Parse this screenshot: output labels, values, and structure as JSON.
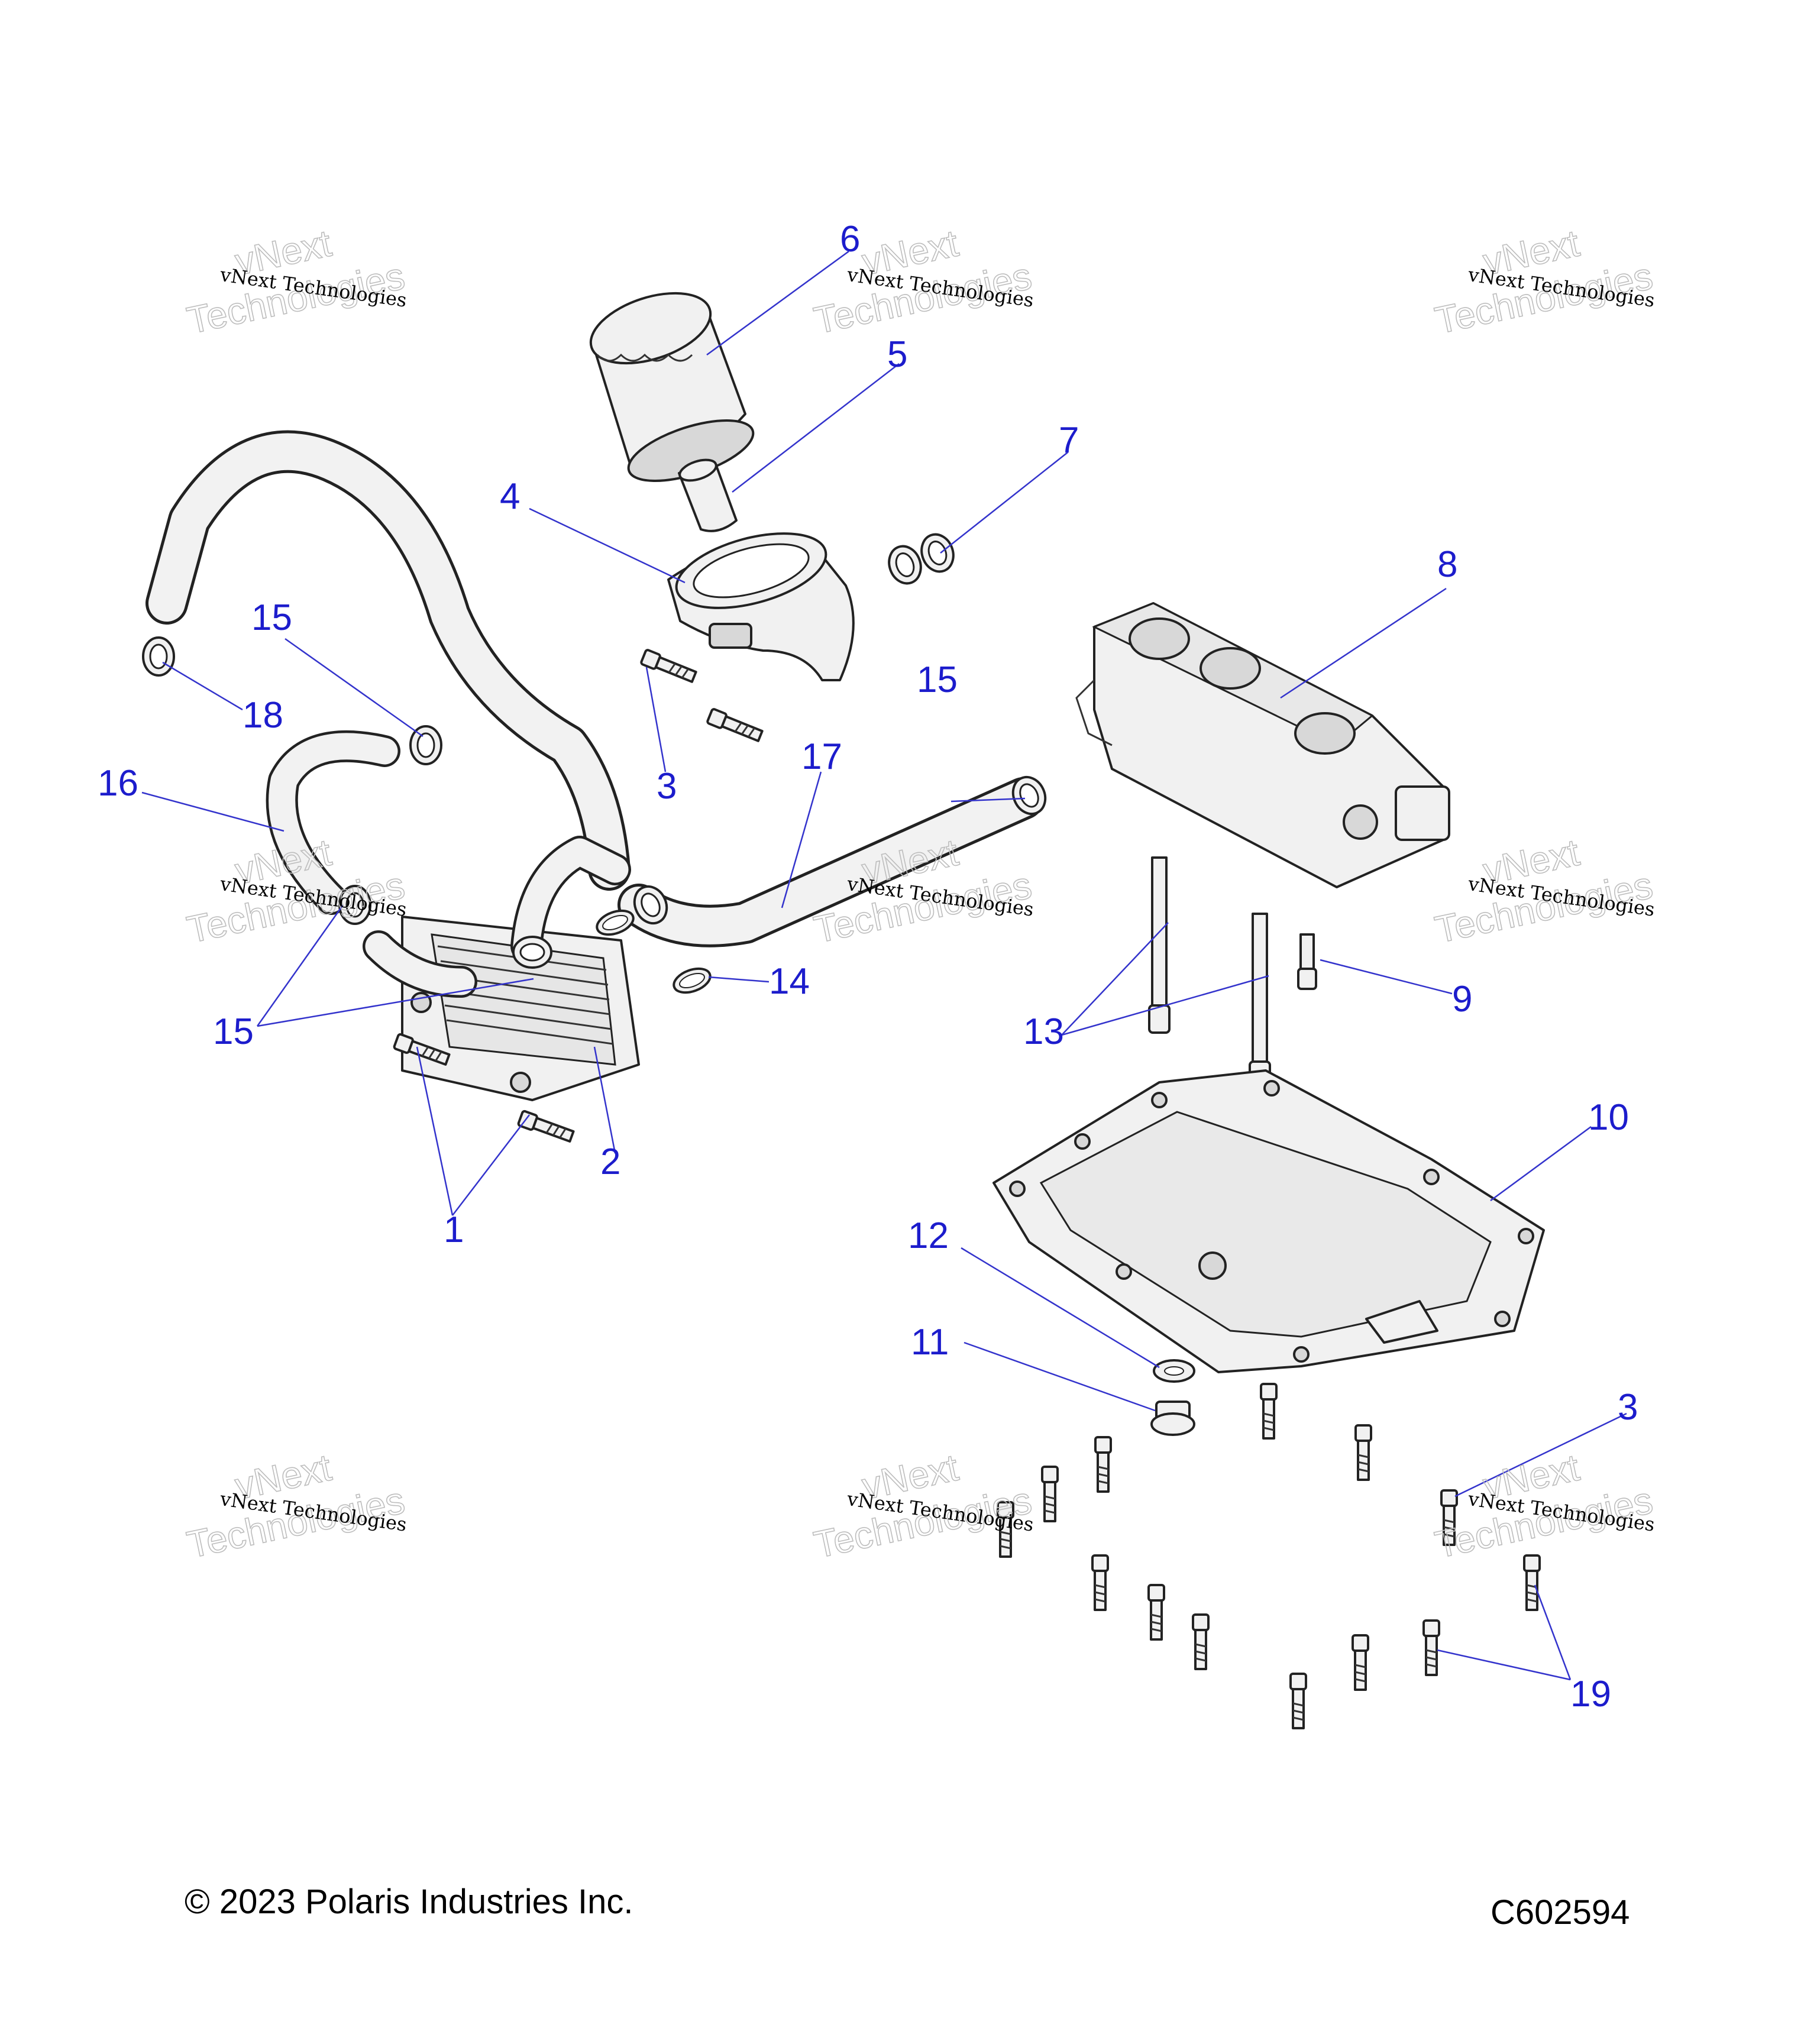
{
  "watermark": {
    "line1": "vNext Technologies",
    "line2": "vNext",
    "line3": "Technologies"
  },
  "callouts": {
    "c1": "1",
    "c2": "2",
    "c3a": "3",
    "c3b": "3",
    "c4": "4",
    "c5": "5",
    "c6": "6",
    "c7": "7",
    "c8": "8",
    "c9": "9",
    "c10": "10",
    "c11": "11",
    "c12": "12",
    "c13": "13",
    "c14": "14",
    "c15a": "15",
    "c15b": "15",
    "c15c": "15",
    "c16": "16",
    "c17": "17",
    "c18": "18",
    "c19": "19"
  },
  "footer": {
    "copyright": "© 2023 Polaris Industries Inc.",
    "figure_id": "C602594"
  }
}
